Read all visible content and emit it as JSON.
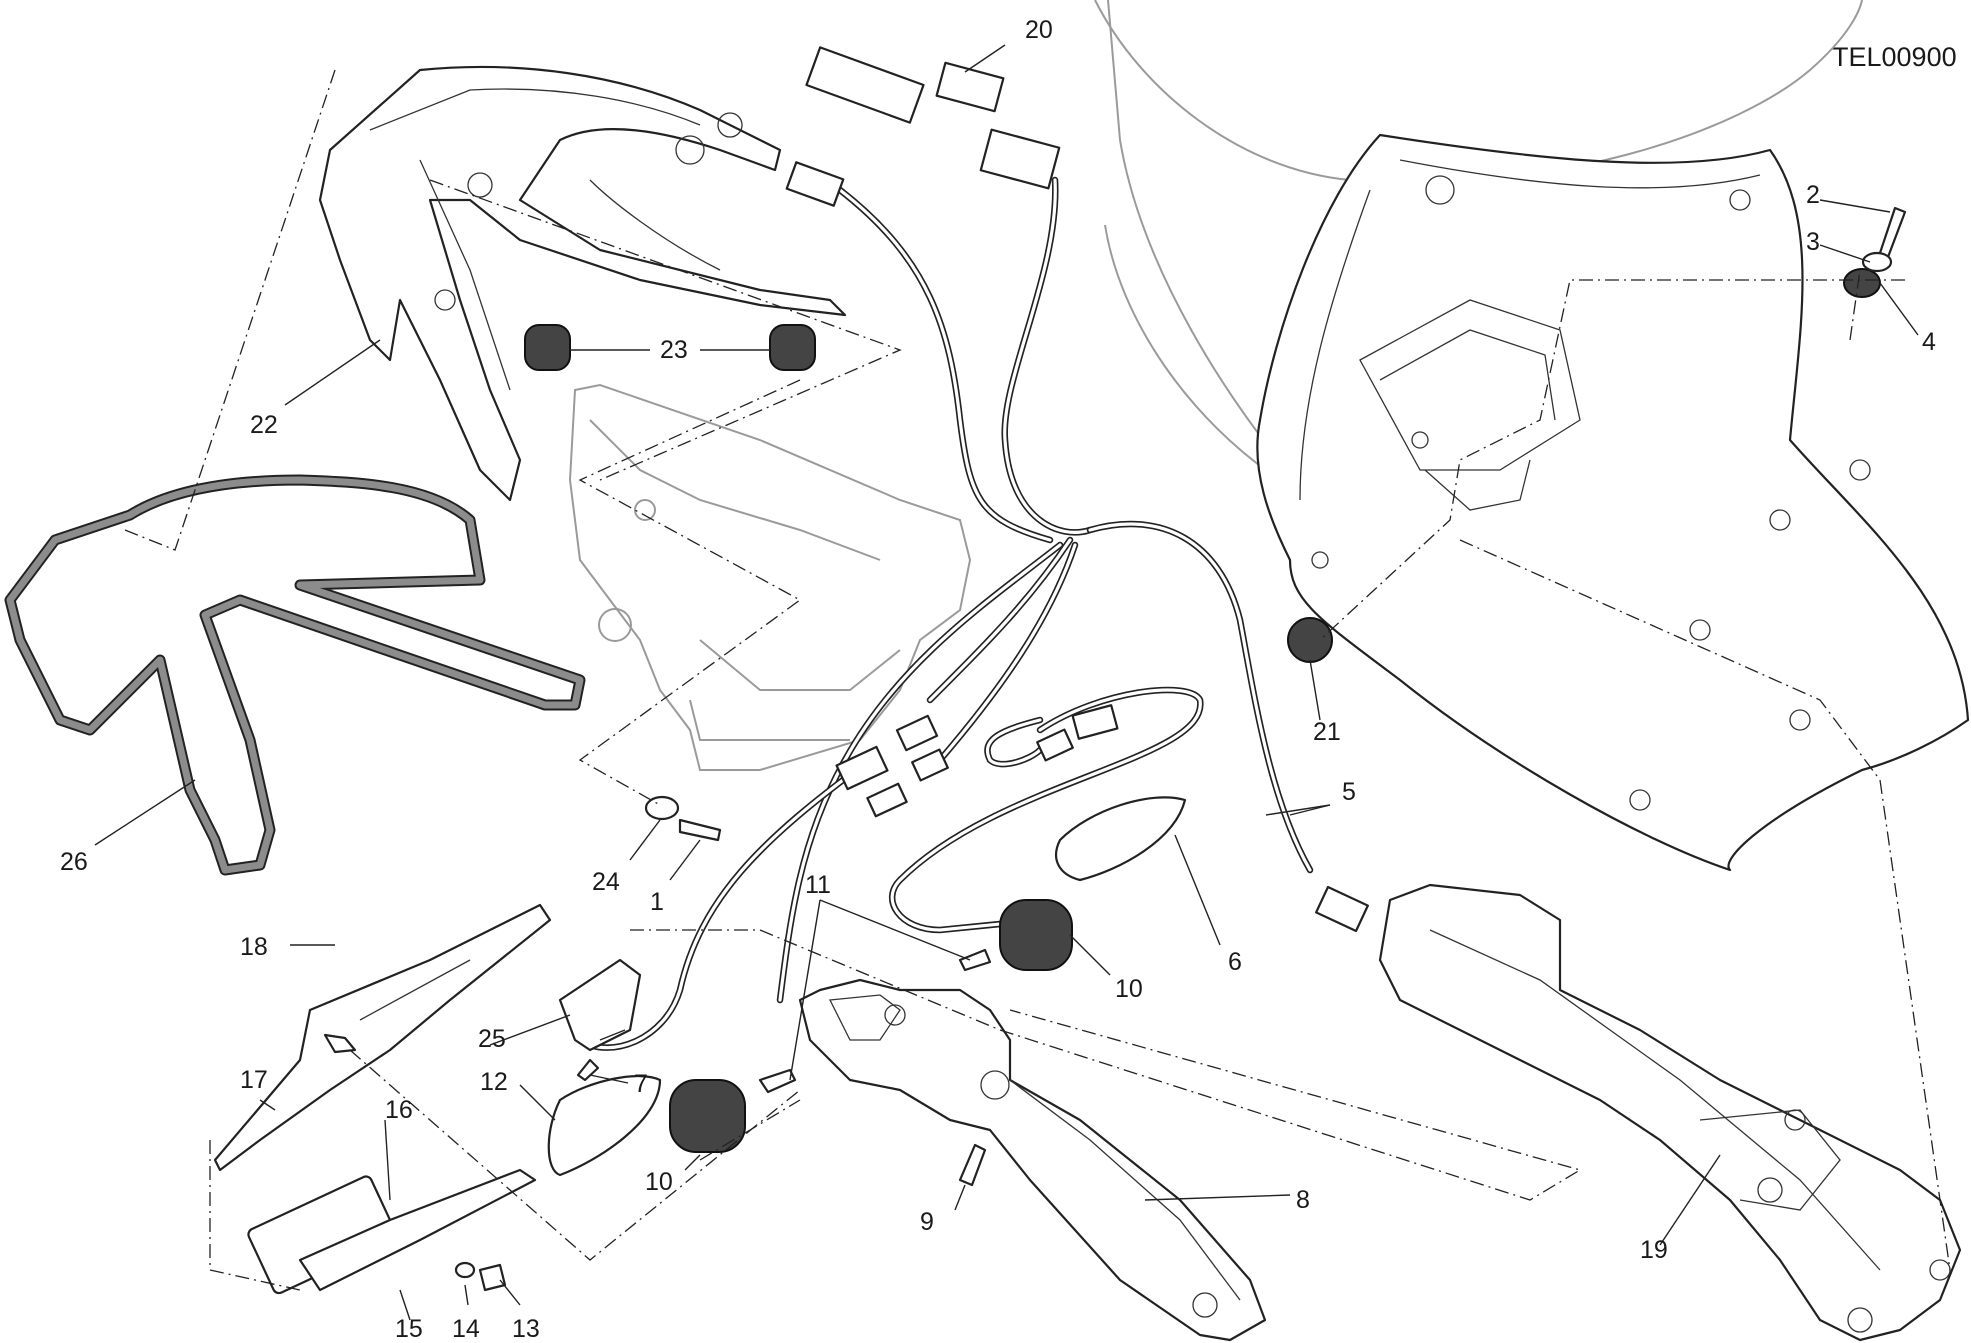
{
  "diagram_code": "TEL00900",
  "callouts": [
    {
      "id": "1",
      "text": "1"
    },
    {
      "id": "2",
      "text": "2"
    },
    {
      "id": "3",
      "text": "3"
    },
    {
      "id": "4",
      "text": "4"
    },
    {
      "id": "5",
      "text": "5"
    },
    {
      "id": "6",
      "text": "6"
    },
    {
      "id": "7",
      "text": "7"
    },
    {
      "id": "8",
      "text": "8"
    },
    {
      "id": "9",
      "text": "9"
    },
    {
      "id": "10a",
      "text": "10"
    },
    {
      "id": "10b",
      "text": "10"
    },
    {
      "id": "11",
      "text": "11"
    },
    {
      "id": "12",
      "text": "12"
    },
    {
      "id": "13",
      "text": "13"
    },
    {
      "id": "14",
      "text": "14"
    },
    {
      "id": "15",
      "text": "15"
    },
    {
      "id": "16",
      "text": "16"
    },
    {
      "id": "17",
      "text": "17"
    },
    {
      "id": "18",
      "text": "18"
    },
    {
      "id": "19",
      "text": "19"
    },
    {
      "id": "20",
      "text": "20"
    },
    {
      "id": "21",
      "text": "21"
    },
    {
      "id": "22",
      "text": "22"
    },
    {
      "id": "23",
      "text": "23"
    },
    {
      "id": "24",
      "text": "24"
    },
    {
      "id": "25",
      "text": "25"
    },
    {
      "id": "26",
      "text": "26"
    }
  ]
}
